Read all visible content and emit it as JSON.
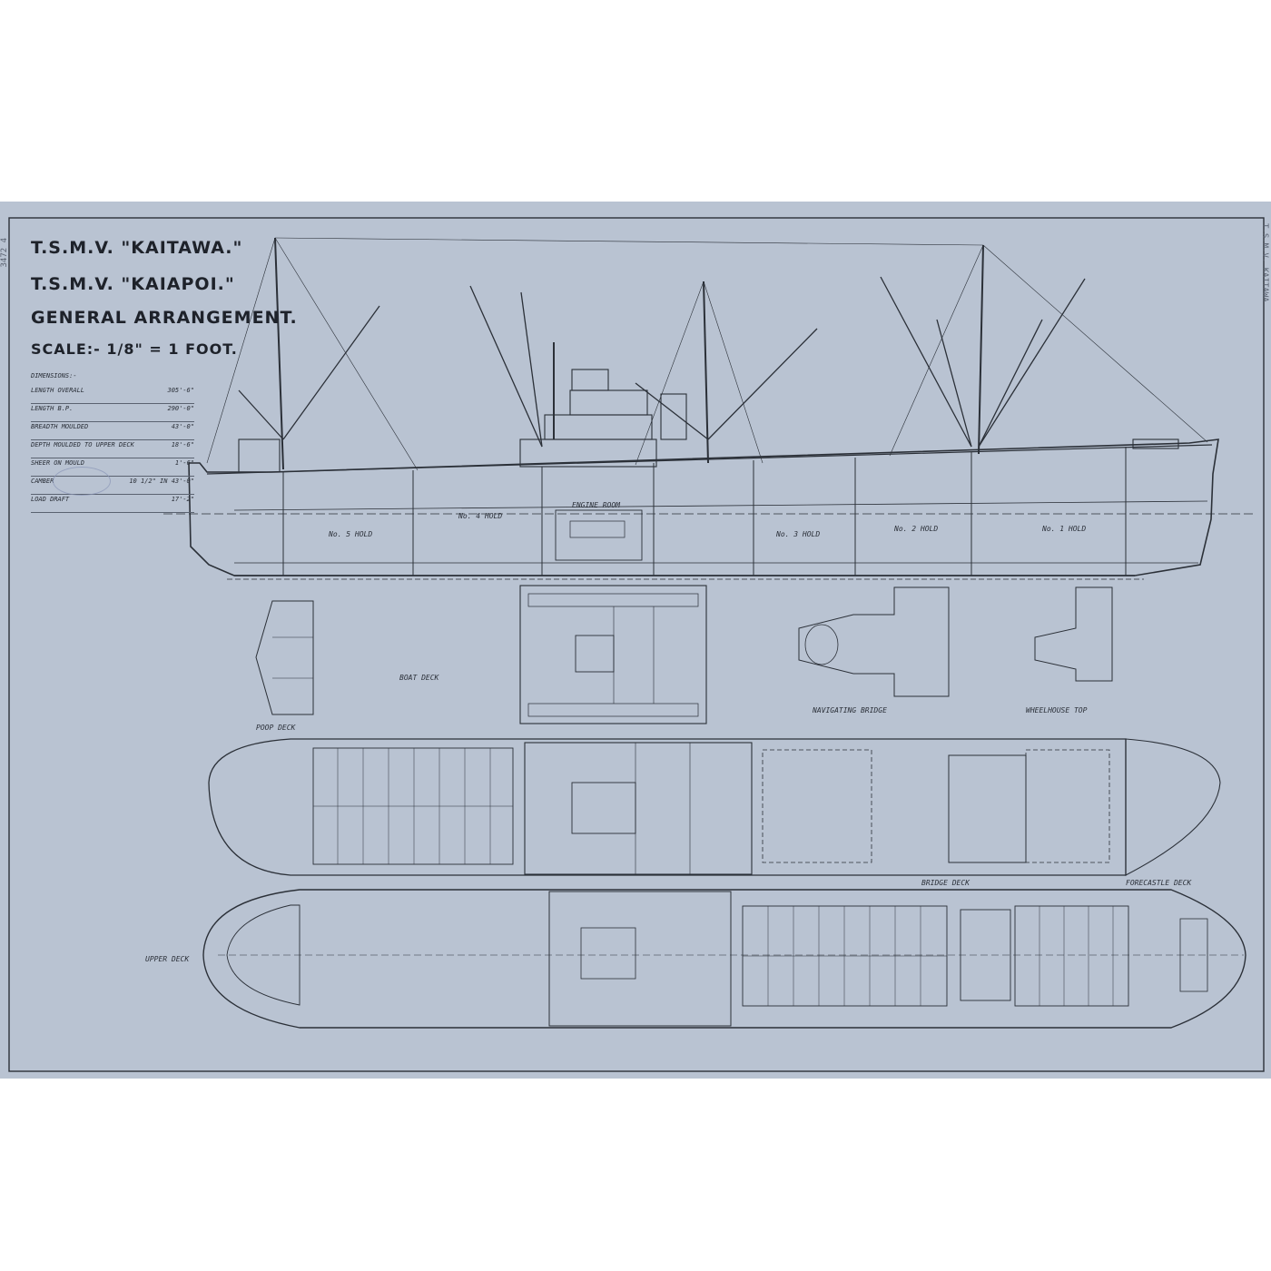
{
  "title": {
    "line1": "T.S.M.V. \"KAITAWA.\"",
    "line2": "T.S.M.V. \"KAIAPOI.\"",
    "line3": "GENERAL  ARRANGEMENT.",
    "scale": "SCALE:- 1/8\" = 1 FOOT."
  },
  "dimensions": {
    "heading": "DIMENSIONS:-",
    "rows": [
      {
        "label": "LENGTH OVERALL",
        "value": "305'-6\""
      },
      {
        "label": "LENGTH B.P.",
        "value": "290'-0\""
      },
      {
        "label": "BREADTH MOULDED",
        "value": "43'-0\""
      },
      {
        "label": "DEPTH MOULDED TO UPPER DECK",
        "value": "18'-6\""
      },
      {
        "label": "SHEER ON MOULD",
        "value": "1'-6\""
      },
      {
        "label": "CAMBER",
        "value": "10 1/2\" IN 43'-0\""
      },
      {
        "label": "LOAD DRAFT",
        "value": "17'-2\""
      }
    ]
  },
  "labels": {
    "hold5": "No. 5 HOLD",
    "hold4": "No. 4 HOLD",
    "hold3": "No. 3 HOLD",
    "hold2": "No. 2 HOLD",
    "hold1": "No. 1 HOLD",
    "engine": "ENGINE ROOM",
    "bridge": "BRIDGE DECK",
    "boat": "BOAT DECK",
    "nav": "NAVIGATING BRIDGE",
    "wheelhouse": "WHEELHOUSE TOP",
    "poop": "POOP DECK",
    "upper": "UPPER DECK",
    "forecastle": "FORECASTLE DECK"
  },
  "margin": {
    "left": "3472 4",
    "right": "T.S.M.V. KAITAWA"
  }
}
